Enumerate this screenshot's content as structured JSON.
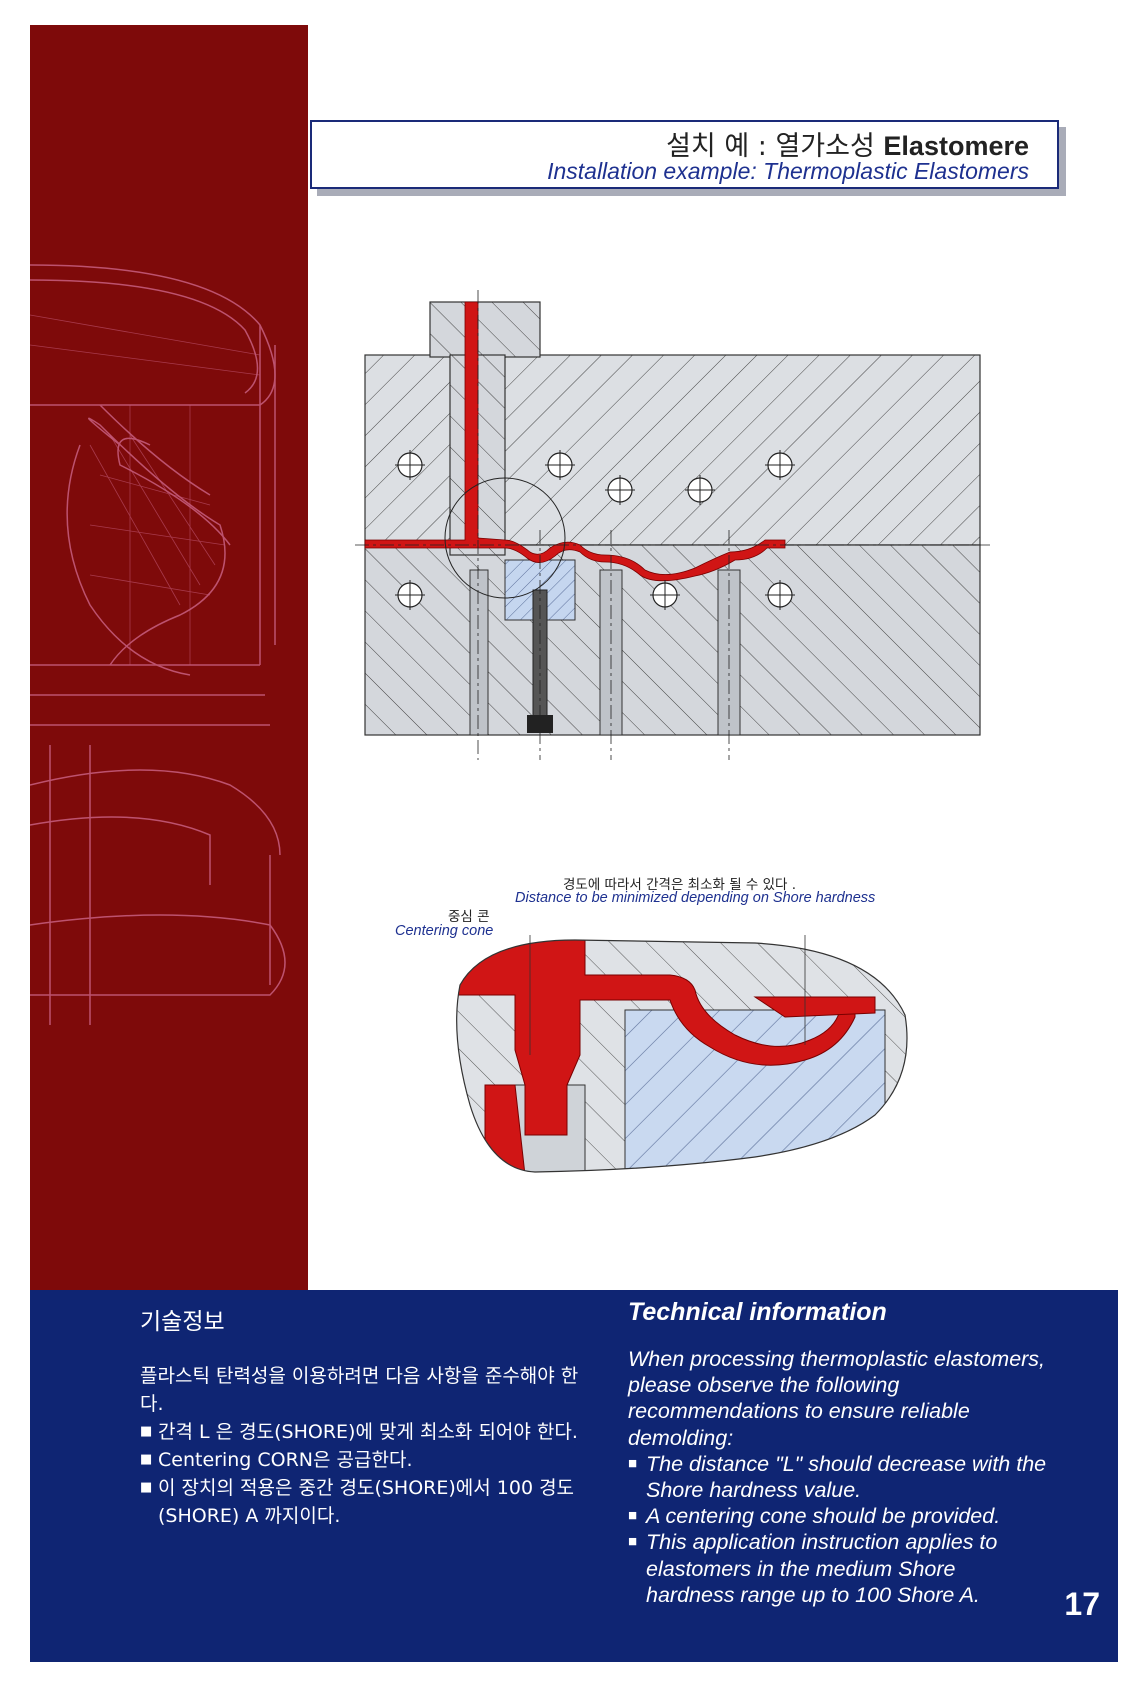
{
  "header": {
    "title_ko": "설치 예 : 열가소성",
    "title_ko_bold": "Elastomere",
    "title_en": "Installation example: Thermoplastic Elastomers"
  },
  "figure_labels": {
    "distance_ko": "경도에 따라서 간격은 최소화 될 수 있다 .",
    "distance_en": "Distance to be minimized depending on Shore hardness",
    "cone_ko": "중심 콘",
    "cone_en": "Centering cone"
  },
  "technical_ko": {
    "heading": "기술정보",
    "intro": "플라스틱 탄력성을 이용하려면 다음 사항을 준수해야 한다.",
    "bullets": [
      "간격 L 은 경도(SHORE)에 맞게 최소화 되어야 한다.",
      "Centering CORN은 공급한다.",
      "이 장치의 적용은 중간 경도(SHORE)에서 100 경도(SHORE) A 까지이다."
    ]
  },
  "technical_en": {
    "heading": "Technical information",
    "intro": "When processing thermoplastic elastomers, please observe the following recommendations to ensure reliable demolding:",
    "bullets": [
      "The distance \"L\" should decrease with the Shore hardness value.",
      "A centering cone should be provided.",
      "This application instruction applies to elastomers in the medium Shore hardness range up to 100 Shore A."
    ]
  },
  "page_number": "17",
  "colors": {
    "sidebar": "#7e0a0a",
    "footer": "#0f2573",
    "accent_text": "#1e3190",
    "elastomer_red": "#d01515"
  }
}
